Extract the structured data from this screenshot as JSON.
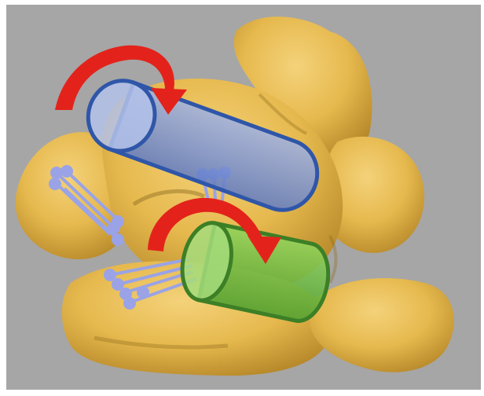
{
  "figure": {
    "background_color": "#a6a6a6",
    "bone_color": "#e6b94e",
    "bone_shadow_color": "#8c6a1e",
    "cylinders": [
      {
        "name": "proximal-rotation-axis",
        "fill": "#7f97d6",
        "stroke": "#2f56a8"
      },
      {
        "name": "distal-rotation-axis",
        "fill": "#6fbe3f",
        "stroke": "#3c7f26"
      }
    ],
    "rotation_arrows": [
      {
        "name": "proximal-rotation-arrow",
        "color": "#e3231b"
      },
      {
        "name": "distal-rotation-arrow",
        "color": "#e3231b"
      }
    ],
    "marker_color": "#9aa3e6"
  }
}
